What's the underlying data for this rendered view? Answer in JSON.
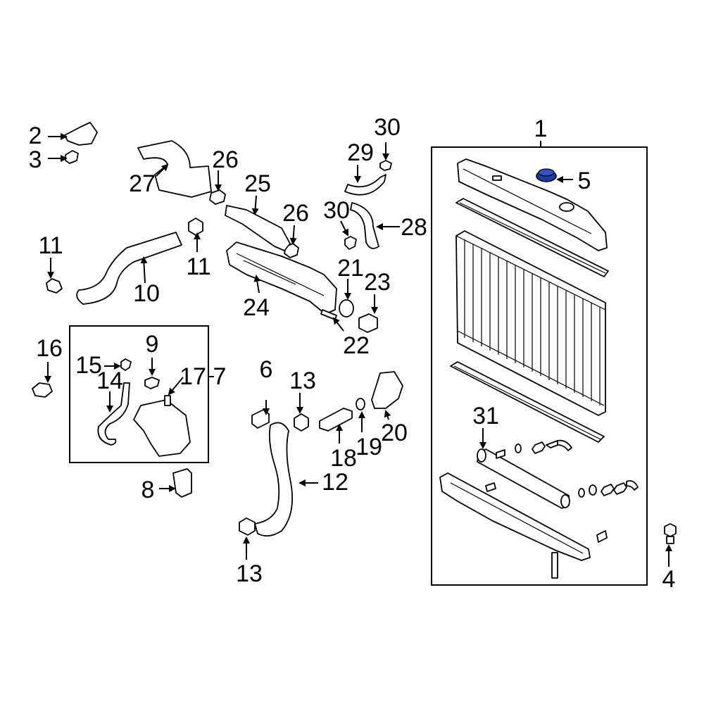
{
  "callouts": {
    "c1": "1",
    "c2": "2",
    "c3": "3",
    "c4": "4",
    "c5": "5",
    "c6": "6",
    "c7": "7",
    "c8": "8",
    "c9": "9",
    "c10": "10",
    "c11a": "11",
    "c11b": "11",
    "c12": "12",
    "c13a": "13",
    "c13b": "13",
    "c14": "14",
    "c15": "15",
    "c16": "16",
    "c17": "17",
    "c18": "18",
    "c19": "19",
    "c20": "20",
    "c21": "21",
    "c22": "22",
    "c23": "23",
    "c24": "24",
    "c25": "25",
    "c26a": "26",
    "c26b": "26",
    "c27": "27",
    "c28": "28",
    "c29": "29",
    "c30a": "30",
    "c30b": "30",
    "c31": "31"
  },
  "highlight": {
    "part": "5",
    "color": "#1e3a9e"
  }
}
